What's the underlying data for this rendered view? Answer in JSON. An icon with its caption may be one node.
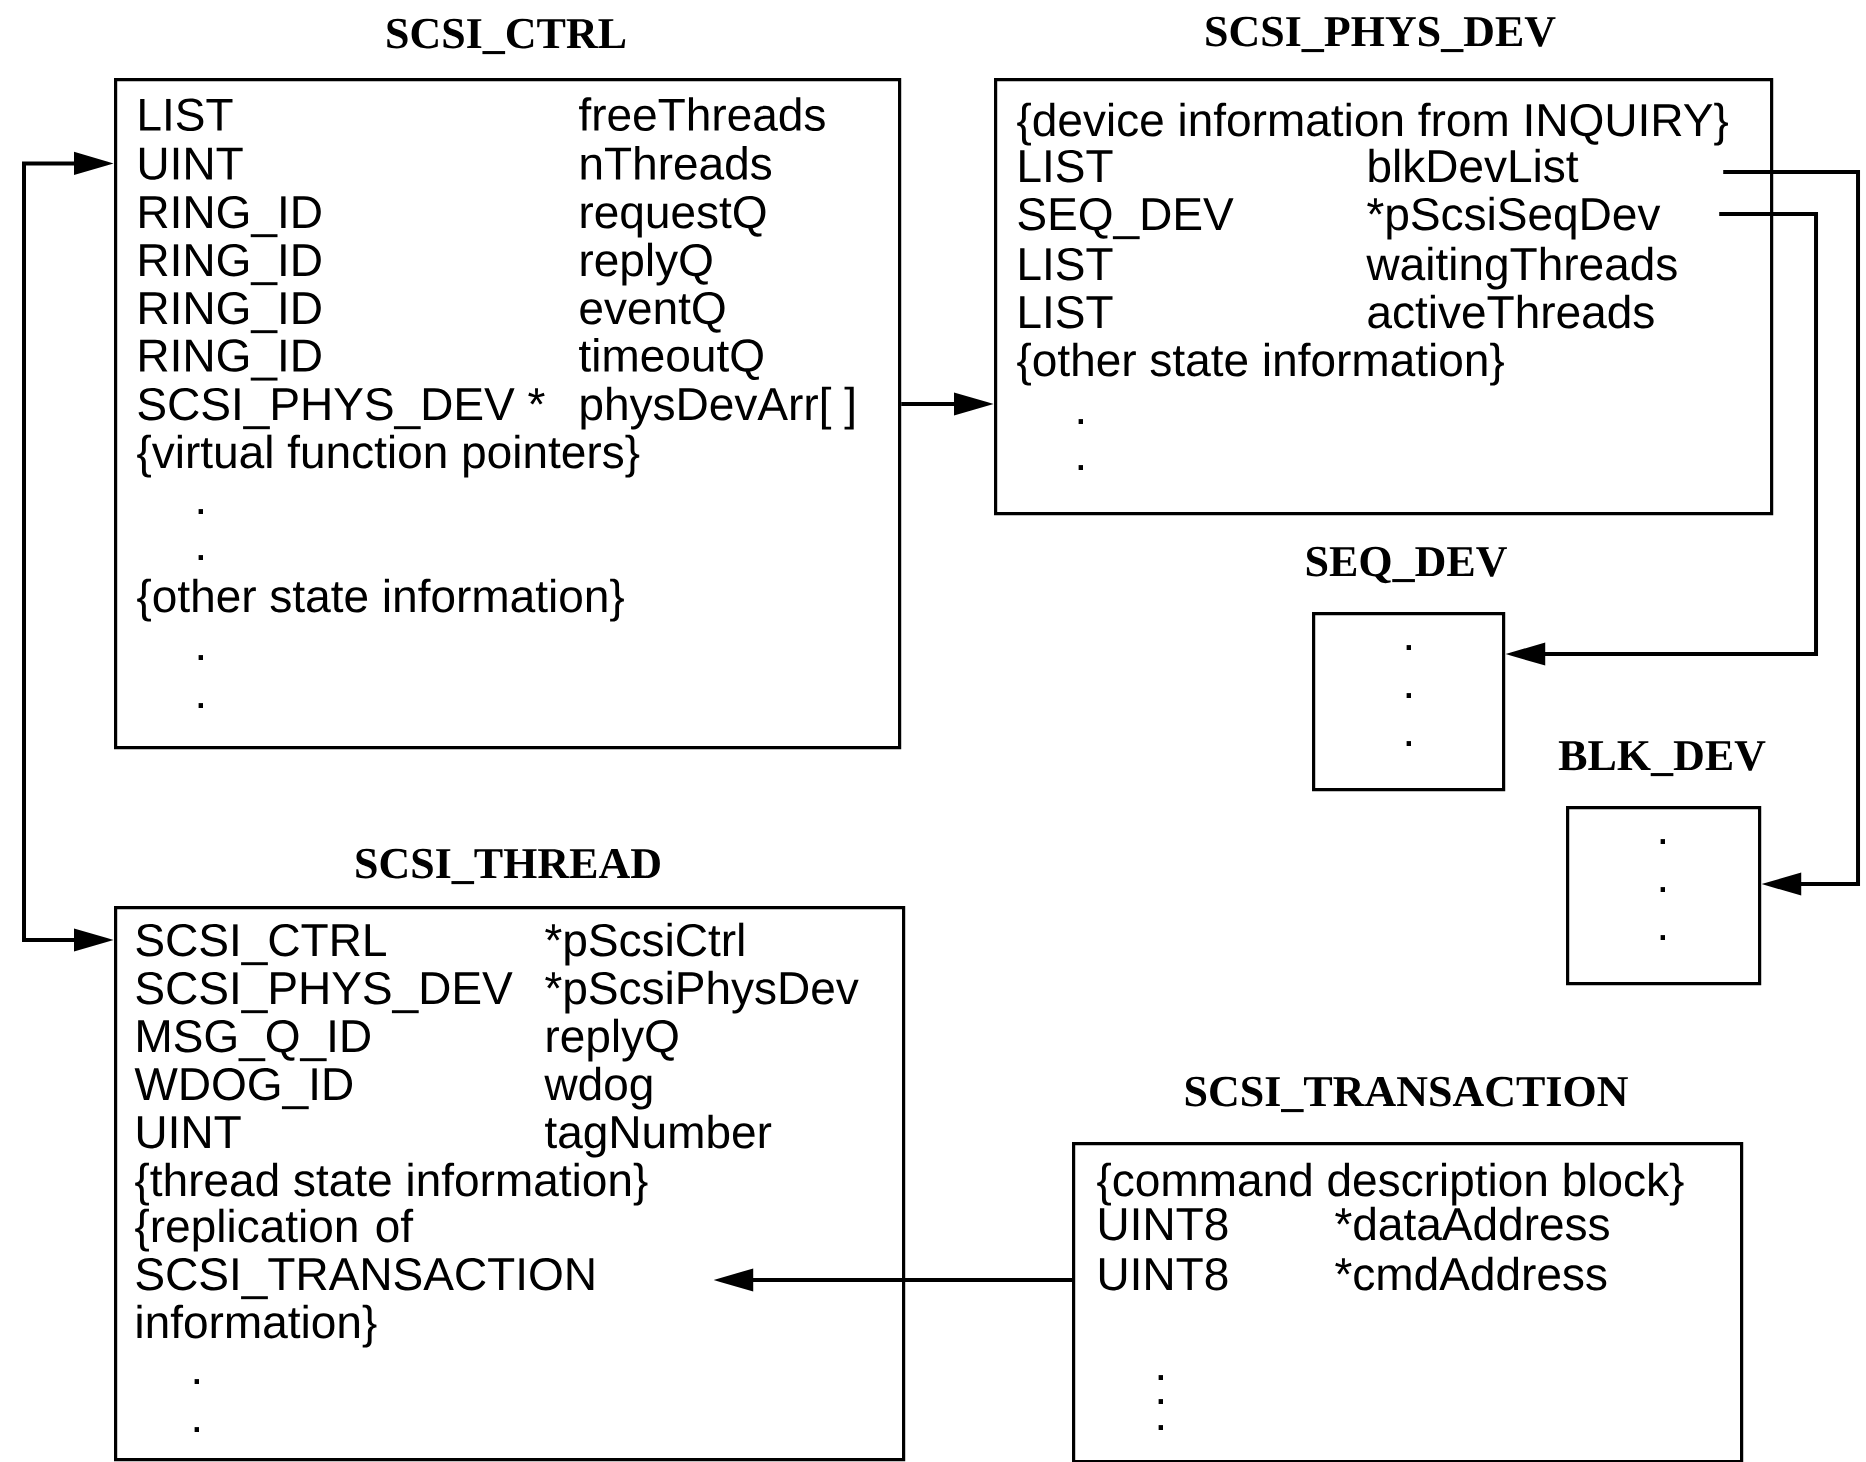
{
  "diagram": {
    "nodes": [
      {
        "text": [
          "SCSI_CTRL",
          "LIST",
          "freeThreads",
          "UINT",
          "nThreads",
          "RING_ID",
          "requestQ",
          "RING_ID",
          "replyQ",
          "RING_ID",
          "eventQ",
          "RING_ID",
          "timeoutQ",
          "SCSI_PHYS_DEV *",
          "physDevArr[ ]",
          "{virtual function pointers}",
          ".",
          ".",
          "{other state information}",
          ".",
          "."
        ]
      },
      {
        "text": [
          "SCSI_PHYS_DEV",
          "{device information from INQUIRY}",
          "LIST",
          "blkDevList",
          "SEQ_DEV",
          "*pScsiSeqDev",
          "LIST",
          "waitingThreads",
          "LIST",
          "activeThreads",
          "{other state information}",
          ".",
          "."
        ]
      },
      {
        "text": [
          "SEQ_DEV",
          ".",
          ".",
          "."
        ]
      },
      {
        "text": [
          "BLK_DEV",
          ".",
          ".",
          "."
        ]
      },
      {
        "text": [
          "SCSI_THREAD",
          "SCSI_CTRL",
          "*pScsiCtrl",
          "SCSI_PHYS_DEV",
          "*pScsiPhysDev",
          "MSG_Q_ID",
          "replyQ",
          "WDOG_ID",
          "wdog",
          "UINT",
          "tagNumber",
          "{thread state information}",
          "{replication of SCSI_TRANSACTION information}",
          ".",
          "."
        ]
      },
      {
        "text": [
          "SCSI_TRANSACTION",
          "{command description block}",
          "UINT8",
          "*dataAddress",
          "UINT8",
          "*cmdAddress",
          ".",
          ".",
          "."
        ]
      }
    ],
    "edges": [
      {
        "from": 0,
        "to": 1,
        "arrow": "to"
      },
      {
        "from": 0,
        "to": 4,
        "arrow": "both"
      },
      {
        "from": 1,
        "to": 3,
        "arrow": "to"
      },
      {
        "from": 1,
        "to": 2,
        "arrow": "to"
      },
      {
        "from": 5,
        "to": 4,
        "arrow": "to"
      }
    ]
  }
}
